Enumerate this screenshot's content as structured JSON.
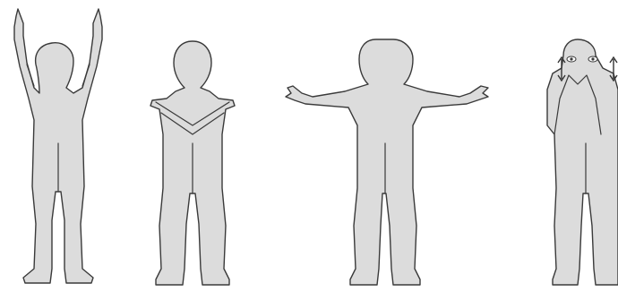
{
  "colors": {
    "skin": "#dcdcdc",
    "outline": "#3a3a3a",
    "background": "#ffffff",
    "arrow": "#333333"
  },
  "figures": [
    {
      "pose": "both-arms-raised-index-fingers-up"
    },
    {
      "pose": "arms-crossed-over-chest"
    },
    {
      "pose": "arms-extended-sideways"
    },
    {
      "pose": "hands-at-face-with-vertical-arrows"
    }
  ],
  "icons": [
    "up-down-arrow-icon",
    "eye-icon"
  ]
}
